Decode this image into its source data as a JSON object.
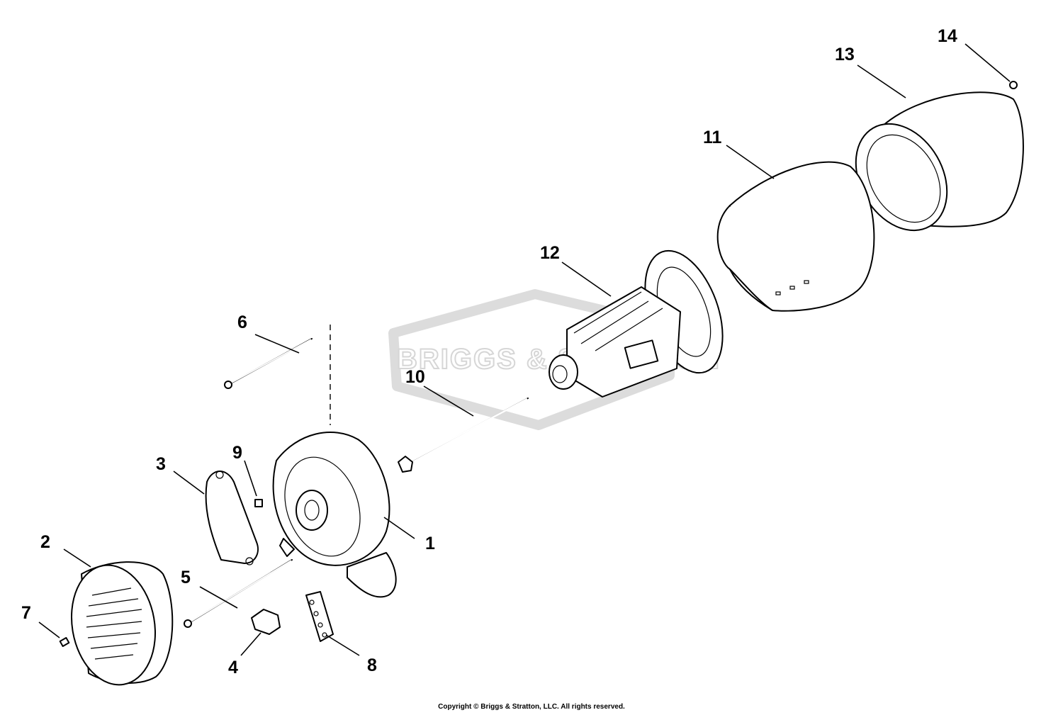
{
  "watermark": {
    "text": "BRIGGS & STRATTON"
  },
  "callouts": [
    "1",
    "2",
    "3",
    "4",
    "5",
    "6",
    "7",
    "8",
    "9",
    "10",
    "11",
    "12",
    "13",
    "14"
  ],
  "footer": {
    "copyright": "Copyright © Briggs & Stratton, LLC. All rights reserved."
  }
}
